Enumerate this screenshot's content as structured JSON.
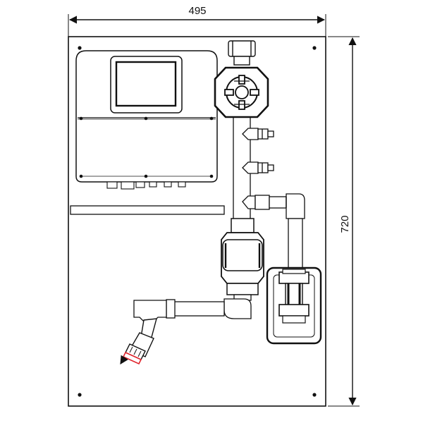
{
  "dimensions": {
    "width_label": "495",
    "height_label": "720"
  },
  "colors": {
    "line": "#111111",
    "accent": "#e0222a",
    "panel_fill": "#ffffff",
    "shade": "#bdbdbd"
  },
  "components": {
    "controller": "controller-housing",
    "display": "display-screen",
    "valve": "multiport-valve",
    "sensors": [
      "sensor-port-1",
      "sensor-port-2"
    ],
    "flow_cell": "flow-cell",
    "filter": "filter-housing",
    "outlet": "outlet-nozzle"
  }
}
